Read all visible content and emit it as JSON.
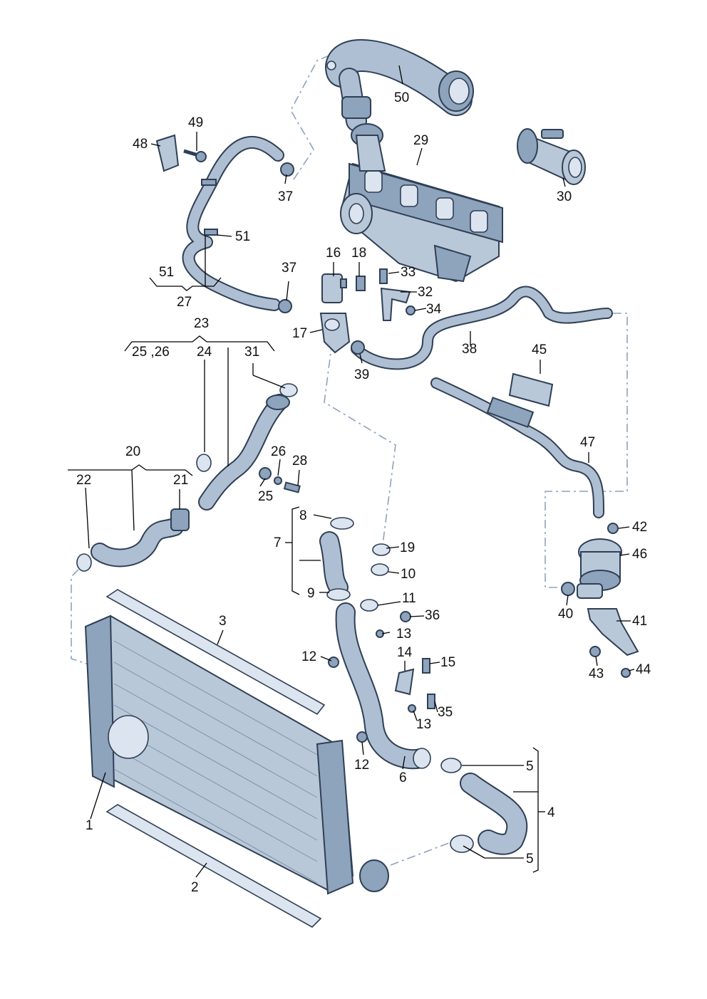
{
  "diagram": {
    "callouts": [
      {
        "id": "c1",
        "text": "1"
      },
      {
        "id": "c2",
        "text": "2"
      },
      {
        "id": "c3",
        "text": "3"
      },
      {
        "id": "c4",
        "text": "4"
      },
      {
        "id": "c5a",
        "text": "5"
      },
      {
        "id": "c5b",
        "text": "5"
      },
      {
        "id": "c6",
        "text": "6"
      },
      {
        "id": "c7",
        "text": "7"
      },
      {
        "id": "c8",
        "text": "8"
      },
      {
        "id": "c9",
        "text": "9"
      },
      {
        "id": "c10",
        "text": "10"
      },
      {
        "id": "c11",
        "text": "11"
      },
      {
        "id": "c12a",
        "text": "12"
      },
      {
        "id": "c12b",
        "text": "12"
      },
      {
        "id": "c13a",
        "text": "13"
      },
      {
        "id": "c13b",
        "text": "13"
      },
      {
        "id": "c14",
        "text": "14"
      },
      {
        "id": "c15",
        "text": "15"
      },
      {
        "id": "c16",
        "text": "16"
      },
      {
        "id": "c17",
        "text": "17"
      },
      {
        "id": "c18",
        "text": "18"
      },
      {
        "id": "c19",
        "text": "19"
      },
      {
        "id": "c20",
        "text": "20"
      },
      {
        "id": "c21",
        "text": "21"
      },
      {
        "id": "c22",
        "text": "22"
      },
      {
        "id": "c23",
        "text": "23"
      },
      {
        "id": "c24",
        "text": "24"
      },
      {
        "id": "c2526",
        "text": "25 ,26"
      },
      {
        "id": "c25",
        "text": "25"
      },
      {
        "id": "c26",
        "text": "26"
      },
      {
        "id": "c27",
        "text": "27"
      },
      {
        "id": "c28",
        "text": "28"
      },
      {
        "id": "c29",
        "text": "29"
      },
      {
        "id": "c30",
        "text": "30"
      },
      {
        "id": "c31",
        "text": "31"
      },
      {
        "id": "c32",
        "text": "32"
      },
      {
        "id": "c33",
        "text": "33"
      },
      {
        "id": "c34",
        "text": "34"
      },
      {
        "id": "c35",
        "text": "35"
      },
      {
        "id": "c36",
        "text": "36"
      },
      {
        "id": "c37a",
        "text": "37"
      },
      {
        "id": "c37b",
        "text": "37"
      },
      {
        "id": "c38",
        "text": "38"
      },
      {
        "id": "c39",
        "text": "39"
      },
      {
        "id": "c40",
        "text": "40"
      },
      {
        "id": "c41",
        "text": "41"
      },
      {
        "id": "c42",
        "text": "42"
      },
      {
        "id": "c43",
        "text": "43"
      },
      {
        "id": "c44",
        "text": "44"
      },
      {
        "id": "c45",
        "text": "45"
      },
      {
        "id": "c46",
        "text": "46"
      },
      {
        "id": "c47",
        "text": "47"
      },
      {
        "id": "c48",
        "text": "48"
      },
      {
        "id": "c49",
        "text": "49"
      },
      {
        "id": "c50",
        "text": "50"
      },
      {
        "id": "c51a",
        "text": "51"
      },
      {
        "id": "c51b",
        "text": "51"
      }
    ],
    "colors": {
      "part": "#b9c8d9",
      "outline": "#2f3f55",
      "leader": "#000000",
      "dashed": "#8ea3bc"
    }
  }
}
